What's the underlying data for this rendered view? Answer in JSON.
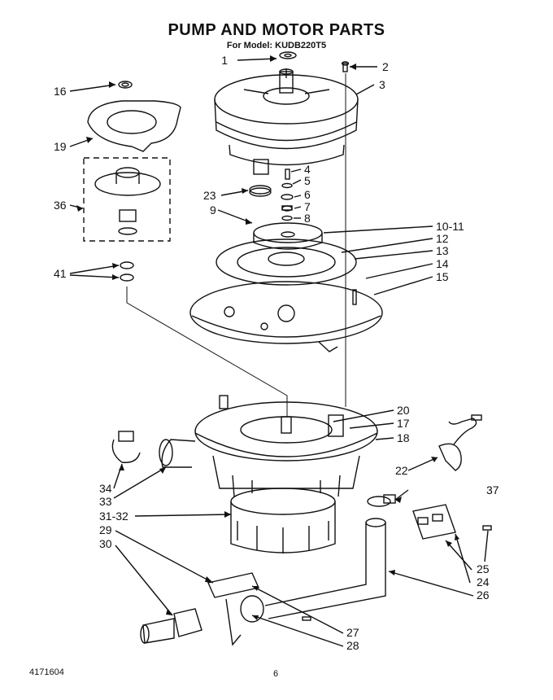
{
  "header": {
    "title": "PUMP AND MOTOR PARTS",
    "subtitle": "For Model: KUDB220T5"
  },
  "footer": {
    "doc_number": "4171604",
    "page_number": "6"
  },
  "callouts": [
    "1",
    "2",
    "3",
    "4",
    "5",
    "6",
    "7",
    "8",
    "9",
    "10-11",
    "12",
    "13",
    "14",
    "15",
    "16",
    "17",
    "18",
    "19",
    "20",
    "22",
    "23",
    "24",
    "25",
    "26",
    "27",
    "28",
    "29",
    "30",
    "31-32",
    "33",
    "34",
    "36",
    "37",
    "41"
  ]
}
